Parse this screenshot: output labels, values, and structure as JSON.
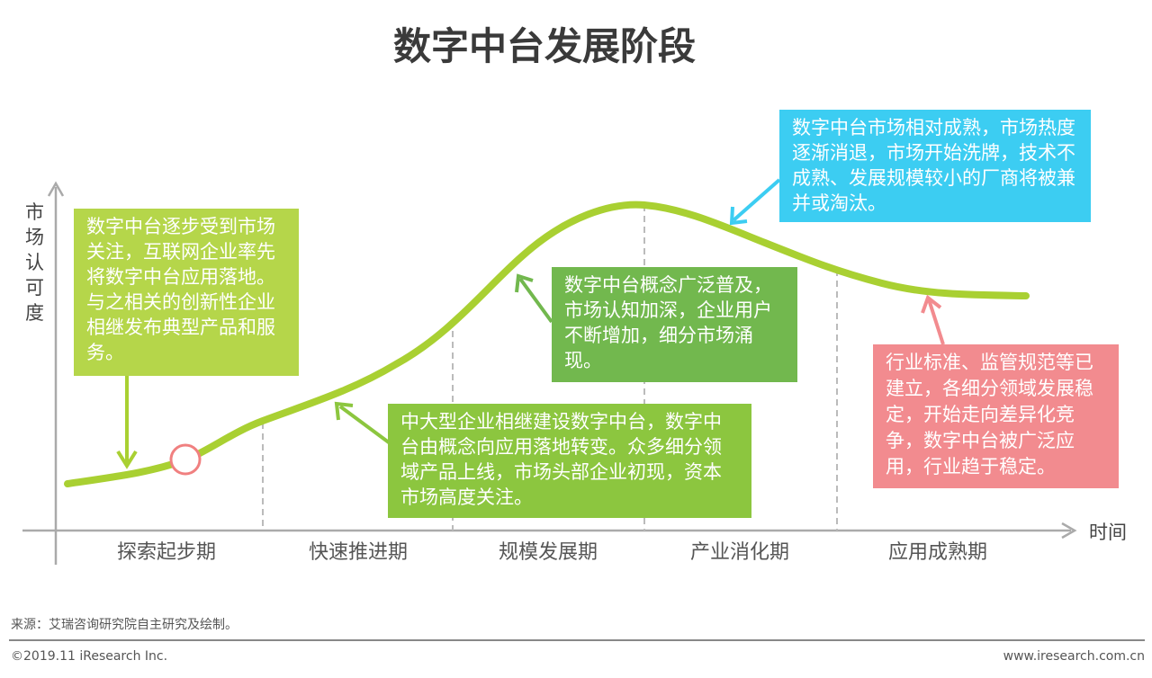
{
  "title": "数字中台发展阶段",
  "axes": {
    "y_label": "市场认可度",
    "x_label": "时间"
  },
  "stages": [
    "探索起步期",
    "快速推进期",
    "规模发展期",
    "产业消化期",
    "应用成熟期"
  ],
  "callouts": [
    {
      "text": "数字中台逐步受到市场关注，互联网企业率先将数字中台应用落地。与之相关的创新性企业相继发布典型产品和服务。",
      "color": "#b5d64a"
    },
    {
      "text": "中大型企业相继建设数字中台，数字中台由概念向应用落地转变。众多细分领域产品上线，市场头部企业初现，资本市场高度关注。",
      "color": "#8cc63f"
    },
    {
      "text": "数字中台概念广泛普及，市场认知加深，企业用户不断增加，细分市场涌现。",
      "color": "#72b84e"
    },
    {
      "text": "数字中台市场相对成熟，市场热度逐渐消退，市场开始洗牌，技术不成熟、发展规模较小的厂商将被兼并或淘汰。",
      "color": "#3ccdf2"
    },
    {
      "text": "行业标准、监管规范等已建立，各细分领域发展稳定，开始走向差异化竞争，数字中台被广泛应用，行业趋于稳定。",
      "color": "#f28b8f"
    }
  ],
  "colors": {
    "curve": "#a9d032"
  },
  "source": "来源：艾瑞咨询研究院自主研究及绘制。",
  "footer": {
    "left": "©2019.11 iResearch Inc.",
    "right": "www.iresearch.com.cn"
  }
}
